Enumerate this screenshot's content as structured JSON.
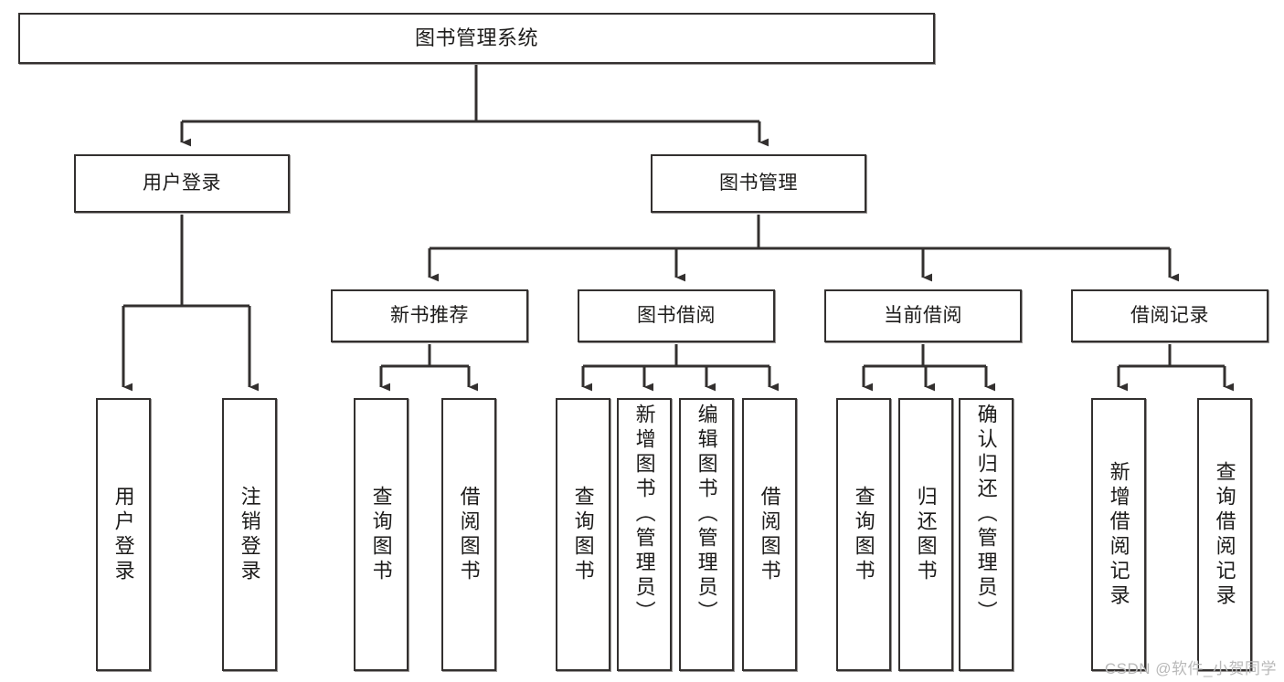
{
  "diagram": {
    "title": "图书管理系统",
    "type": "tree-hierarchy-chart",
    "root": {
      "label": "图书管理系统"
    },
    "level2": [
      {
        "label": "用户登录"
      },
      {
        "label": "图书管理"
      }
    ],
    "level3": [
      {
        "label": "新书推荐"
      },
      {
        "label": "图书借阅"
      },
      {
        "label": "当前借阅"
      },
      {
        "label": "借阅记录"
      }
    ],
    "leaves_user_login": [
      {
        "label": "用户登录"
      },
      {
        "label": "注销登录"
      }
    ],
    "leaves_new_book": [
      {
        "label": "查询图书"
      },
      {
        "label": "借阅图书"
      }
    ],
    "leaves_borrow_book": [
      {
        "label": "查询图书"
      },
      {
        "label": "新增图书（管理员）"
      },
      {
        "label": "编辑图书（管理员）"
      },
      {
        "label": "借阅图书"
      }
    ],
    "leaves_current_borrow": [
      {
        "label": "查询图书"
      },
      {
        "label": "归还图书"
      },
      {
        "label": "确认归还（管理员）"
      }
    ],
    "leaves_borrow_record": [
      {
        "label": "新增借阅记录"
      },
      {
        "label": "查询借阅记录"
      }
    ]
  },
  "watermark": {
    "text": "CSDN @软件_小贺同学"
  },
  "colors": {
    "border": "#33302f",
    "shadow": "#9a9796",
    "text": "#1c1b1a",
    "background": "#ffffff",
    "watermark": "#b9b9b9"
  }
}
